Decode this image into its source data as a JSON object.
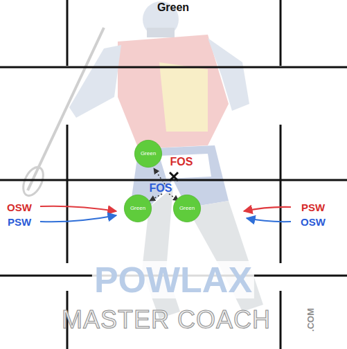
{
  "diagram": {
    "title": "Green",
    "nodes": [
      {
        "text": [
          "Green"
        ]
      },
      {
        "text": [
          "Green"
        ]
      },
      {
        "text": [
          "Green"
        ]
      }
    ],
    "labels": [
      "FOS",
      "FOS",
      "OSW",
      "PSW",
      "PSW",
      "OSW",
      "POWLAX",
      "MASTER COACH",
      ".COM"
    ]
  }
}
